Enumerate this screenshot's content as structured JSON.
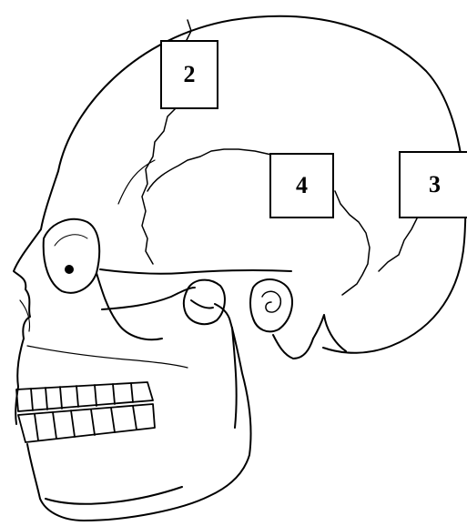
{
  "labels": {
    "box_2": "2",
    "box_4": "4",
    "box_3": "3"
  }
}
